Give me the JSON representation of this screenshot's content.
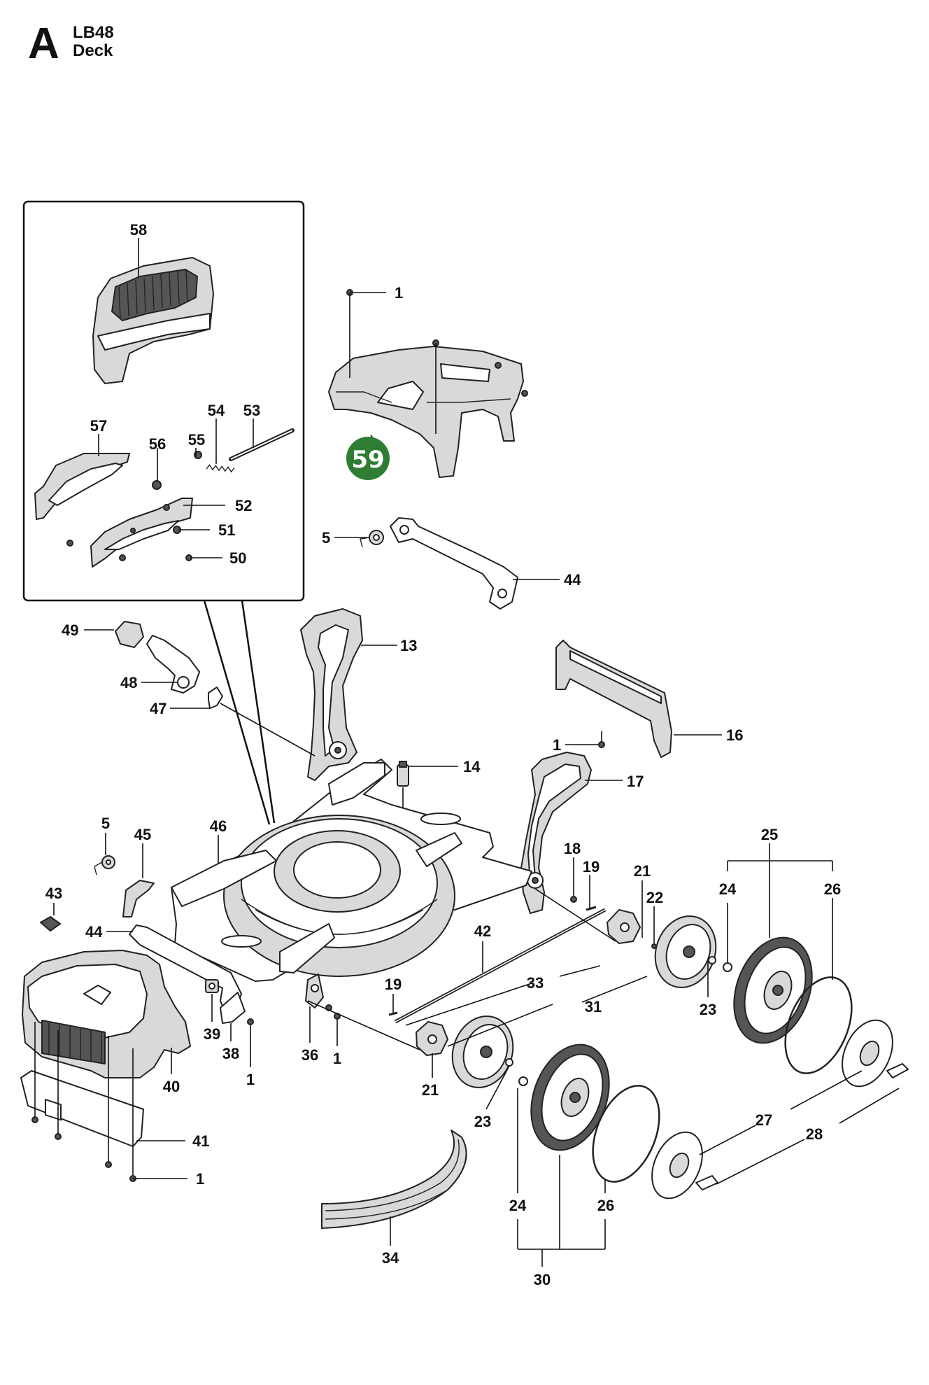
{
  "header": {
    "section_letter": "A",
    "model": "LB48",
    "section": "Deck"
  },
  "badge": {
    "number": "59",
    "color": "#2e7d32"
  },
  "callouts": {
    "c58": "58",
    "c57": "57",
    "c56": "56",
    "c55": "55",
    "c54": "54",
    "c53": "53",
    "c52": "52",
    "c51": "51",
    "c50": "50",
    "c1_top": "1",
    "c5_top": "5",
    "c44_top": "44",
    "c49": "49",
    "c48": "48",
    "c47": "47",
    "c13": "13",
    "c14": "14",
    "c16": "16",
    "c1_16": "1",
    "c17": "17",
    "c5_left": "5",
    "c45": "45",
    "c46": "46",
    "c43": "43",
    "c44_left": "44",
    "c18": "18",
    "c19_r": "19",
    "c21_r": "21",
    "c22": "22",
    "c25": "25",
    "c24_r": "24",
    "c26_r": "26",
    "c23_r": "23",
    "c42": "42",
    "c33": "33",
    "c31": "31",
    "c19_l": "19",
    "c39": "39",
    "c38": "38",
    "c1_38": "1",
    "c36": "36",
    "c1_36": "1",
    "c40": "40",
    "c41": "41",
    "c1_bottom": "1",
    "c21_l": "21",
    "c23_l": "23",
    "c27": "27",
    "c28": "28",
    "c34": "34",
    "c24_l": "24",
    "c26_l": "26",
    "c30": "30"
  }
}
